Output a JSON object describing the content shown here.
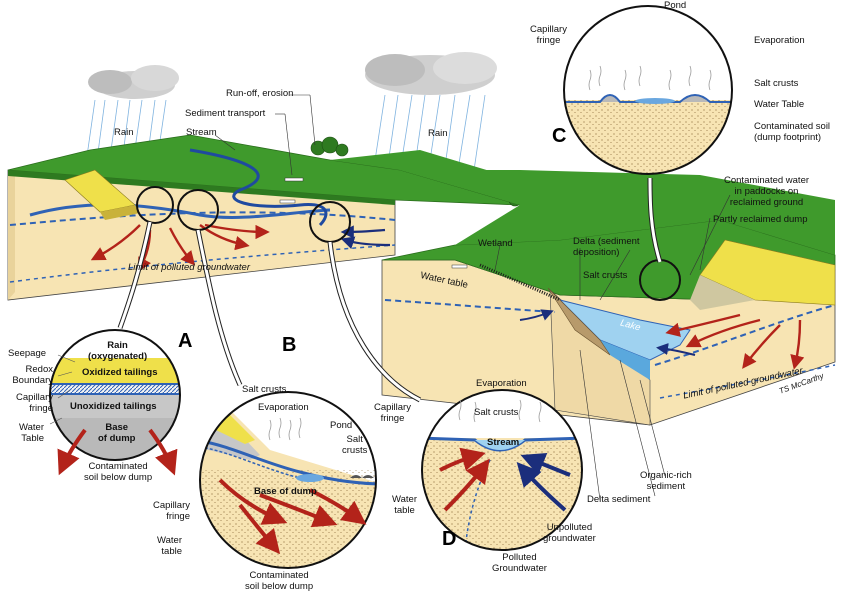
{
  "colors": {
    "grass": "#3f9a2c",
    "soil": "#f7e4b3",
    "tailings_yellow": "#efe04a",
    "water_blue": "#2f62b5",
    "lake": "#9fd2f0",
    "arrow_red": "#b3231a",
    "arrow_navy": "#1b2e7c",
    "cloud": "#c9c9c9"
  },
  "main": {
    "rain_left": "Rain",
    "rain_right": "Rain",
    "runoff": "Run-off, erosion",
    "sediment_transport": "Sediment transport",
    "stream": "Stream",
    "limit_left": "Limit of polluted",
    "limit_left2": "groundwater",
    "wetland": "Wetland",
    "delta_line1": "Delta (sediment",
    "delta_line2": "deposition)",
    "salt_crusts": "Salt crusts",
    "water_table": "Water table",
    "lake": "Lake",
    "contaminated_water_1": "Contaminated water",
    "contaminated_water_2": "in paddocks on",
    "contaminated_water_3": "reclaimed ground",
    "partly_reclaimed": "Partly reclaimed dump",
    "limit_right": "Limit of polluted groundwater",
    "signature": "TS McCarthy",
    "organic_1": "Organic-rich",
    "organic_2": "sediment",
    "delta_sediment": "Delta sediment"
  },
  "inset_a": {
    "letter": "A",
    "rain_1": "Rain",
    "rain_2": "(oxygenated)",
    "oxidized": "Oxidized tailings",
    "unoxidized": "Unoxidized tailings",
    "base_1": "Base",
    "base_2": "of dump",
    "seepage": "Seepage",
    "redox_1": "Redox",
    "redox_2": "Boundary",
    "capillary_1": "Capillary",
    "capillary_2": "fringe",
    "water_1": "Water",
    "water_2": "Table",
    "contaminated_1": "Contaminated",
    "contaminated_2": "soil below dump"
  },
  "inset_b": {
    "letter": "B",
    "salt_crusts": "Salt crusts",
    "evaporation": "Evaporation",
    "pond": "Pond",
    "salt_1": "Salt",
    "salt_2": "crusts",
    "base": "Base of dump",
    "capillary_1": "Capillary",
    "capillary_2": "fringe",
    "water_1": "Water",
    "water_2": "table",
    "contaminated_1": "Contaminated",
    "contaminated_2": "soil below dump"
  },
  "inset_c": {
    "letter": "C",
    "pond": "Pond",
    "capillary_1": "Capillary",
    "capillary_2": "fringe",
    "evaporation": "Evaporation",
    "salt_crusts": "Salt crusts",
    "water_table": "Water Table",
    "contaminated_1": "Contaminated soil",
    "contaminated_2": "(dump footprint)"
  },
  "inset_d": {
    "letter": "D",
    "evaporation": "Evaporation",
    "salt_crusts": "Salt crusts",
    "stream": "Stream",
    "capillary_1": "Capillary",
    "capillary_2": "fringe",
    "water_1": "Water",
    "water_2": "table",
    "unpolluted_1": "Unpolluted",
    "unpolluted_2": "groundwater",
    "polluted_1": "Polluted",
    "polluted_2": "Groundwater"
  }
}
